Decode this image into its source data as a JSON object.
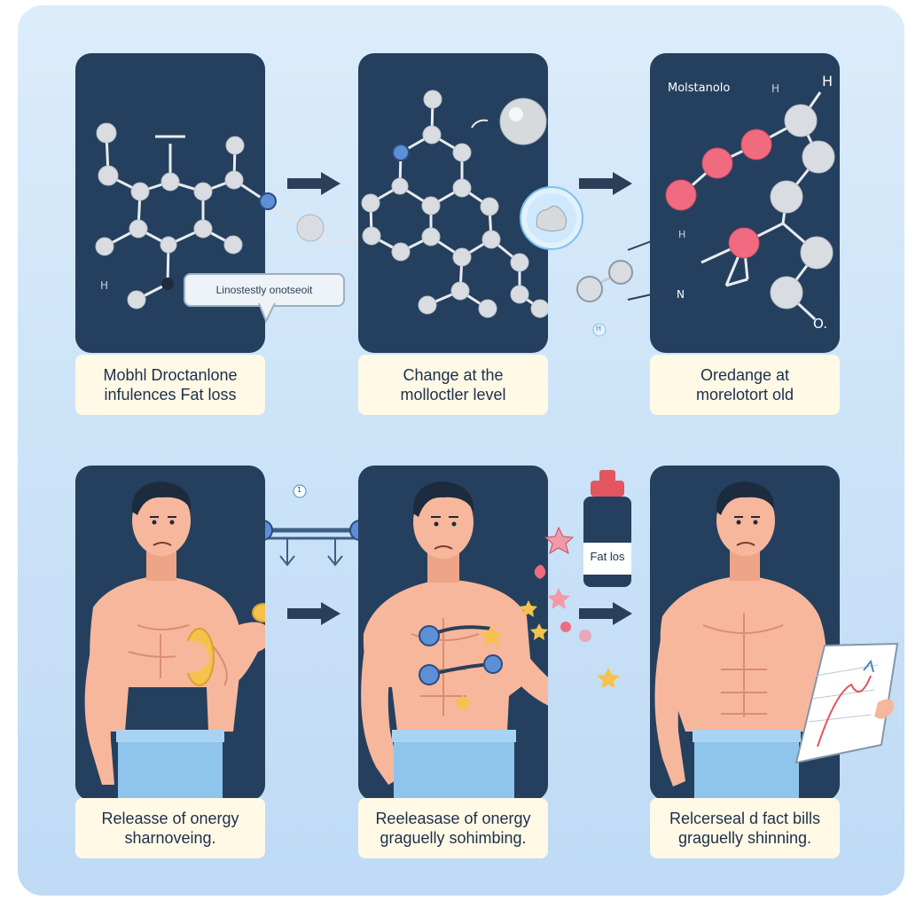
{
  "molecule_panels": {
    "p1": {
      "bubble": "Linostestly onotseoit",
      "atom_label": "H",
      "caption_line1": "Mobhl Droctanlone",
      "caption_line2": "infulences  Fat loss"
    },
    "p2": {
      "caption_line1": "Change at  the",
      "caption_line2": "molloctler  level"
    },
    "p3": {
      "title": "Molstanolo",
      "title_h1": "H",
      "title_h2": "H",
      "atom_h": "H",
      "atom_n": "N",
      "atom_o": "O.",
      "caption_line1": "Oredange at",
      "caption_line2": "morelotort old"
    }
  },
  "person_panels": {
    "p4": {
      "caption_line1": "Releasse of onergy",
      "caption_line2": "sharnoveing."
    },
    "p5": {
      "caption_line1": "Reeleasase of onergy",
      "caption_line2": "graguelly sohimbing."
    },
    "p6": {
      "caption_line1": "Relcerseal  d fact bills",
      "caption_line2": "graguelly shinning."
    }
  },
  "bottle_label": "Fat los",
  "bond_marker": "1",
  "h_marker": "H",
  "colors": {
    "panel": "#25405e",
    "atom_grey": "#d9dde2",
    "atom_pink": "#f06b7f",
    "atom_blue": "#5c8fd8",
    "skin": "#f7b79c",
    "pants": "#8fc4ec",
    "caption_bg": "#fff9e6"
  }
}
